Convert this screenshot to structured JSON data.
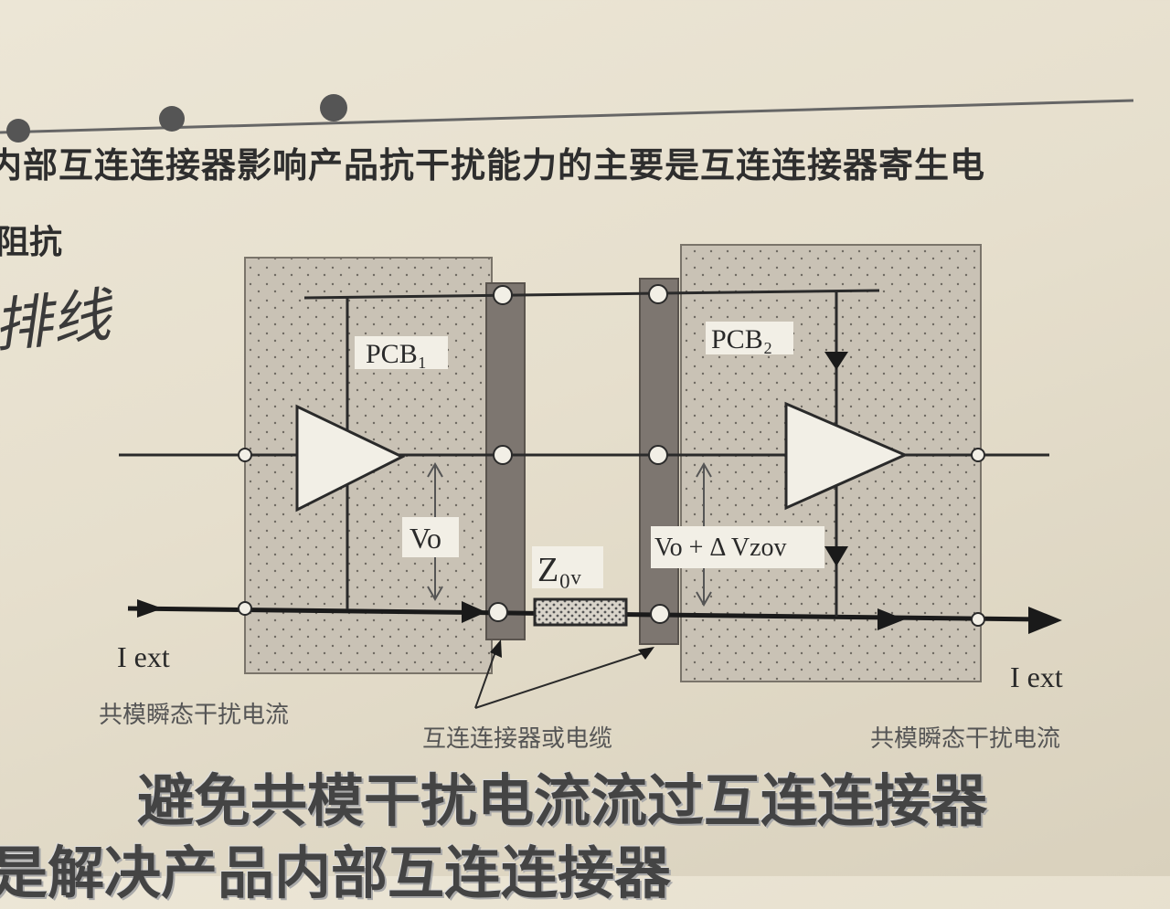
{
  "header_text_line1": "内部互连连接器影响产品抗干扰能力的主要是互连连接器寄生电",
  "header_text_line2": "阻抗",
  "handwritten_note": "排线",
  "diagram": {
    "pcb1_label": "PCB₁",
    "pcb2_label": "PCB₂",
    "vo_label": "Vo",
    "vo_delta_label": "Vo + Δ Vzov",
    "z_label": "Z₀ᵥ",
    "iext_left": "I ext",
    "iext_right": "I ext",
    "left_caption": "共模瞬态干扰电流",
    "right_caption": "共模瞬态干扰电流",
    "center_caption": "互连连接器或电缆"
  },
  "footer_line1": "避免共模干扰电流流过互连连接器",
  "footer_line2": "是解决产品内部互连连接器"
}
